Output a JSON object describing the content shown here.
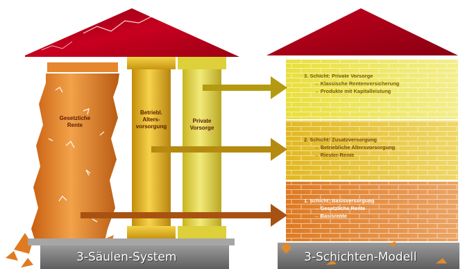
{
  "left_system": {
    "base_label": "3-Säulen-System",
    "pillars": [
      {
        "label": "Gesetzliche Rente"
      },
      {
        "label": "Betriebl. Alters-vorsorgung"
      },
      {
        "label": "Private Vorsorge"
      }
    ]
  },
  "right_model": {
    "base_label": "3-Schichten-Modell",
    "layers": [
      {
        "title": "3. Schicht: Private Vorsorge",
        "bullets": [
          "→ Klassische Rentenversicherung",
          "→ Produkte mit Kapitalleistung"
        ]
      },
      {
        "title": "2. Schicht: Zusatzversorgung",
        "bullets": [
          "→ Betriebliche Altersvorsorgung",
          "→ Riester-Rente"
        ]
      },
      {
        "title": "1. Schicht: Basisversorgung",
        "bullets": [
          "→ Gesetzliche Rente",
          "→ Basisrente"
        ]
      }
    ]
  },
  "colors": {
    "roof": "#b3001b",
    "pillar_orange": "#e07b20",
    "pillar_gold": "#e0b21c",
    "pillar_yellow": "#e3d443",
    "layer_top": "#e8e34a",
    "layer_mid": "#e5c22e",
    "layer_bottom": "#e0822a",
    "base_gray": "#7d7d7d"
  }
}
